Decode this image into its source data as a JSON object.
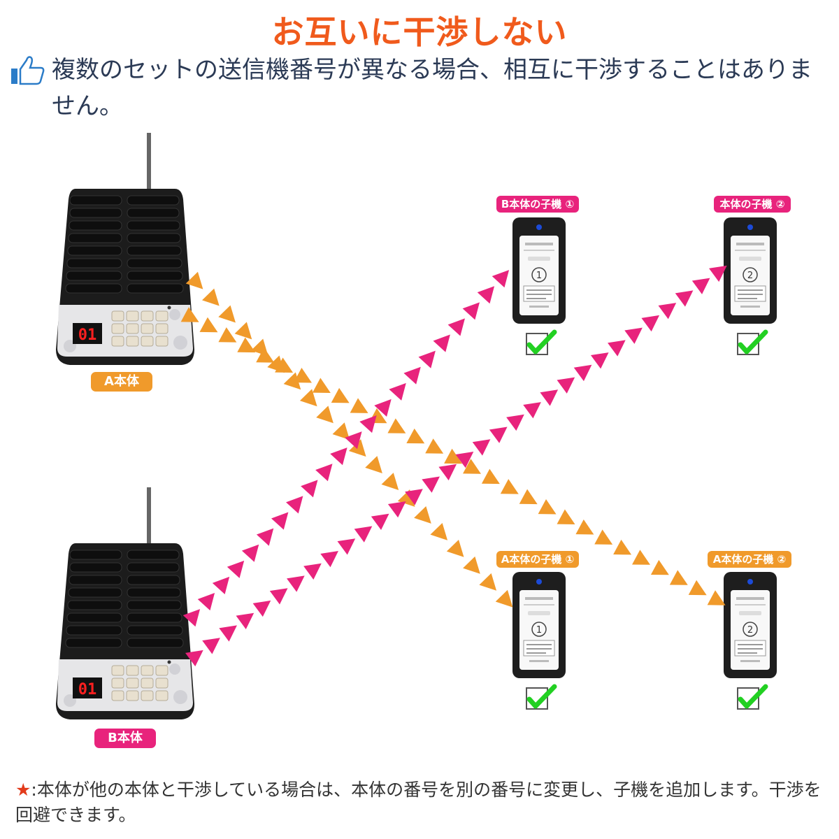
{
  "title": "お互いに干渉しない",
  "intro": {
    "icon": "thumbs-up-icon",
    "text": "複数のセットの送信機番号が異なる場合、相互に干渉することはありません。"
  },
  "colors": {
    "title": "#f05a1c",
    "orange": "#f09a2b",
    "pink": "#e8237c",
    "check": "#22d022",
    "text": "#2b3a55"
  },
  "transmitters": [
    {
      "label": "A本体",
      "display": "01",
      "color": "orange"
    },
    {
      "label": "B本体",
      "display": "01",
      "color": "pink"
    }
  ],
  "pagers": [
    {
      "label": "B本体の子機 ①",
      "number": "1",
      "color": "pink"
    },
    {
      "label": "本体の子機 ②",
      "number": "2",
      "color": "pink"
    },
    {
      "label": "A本体の子機 ①",
      "number": "1",
      "color": "orange"
    },
    {
      "label": "A本体の子機 ②",
      "number": "2",
      "color": "orange"
    }
  ],
  "footnote": {
    "star": "★",
    "text": ":本体が他の本体と干渉している場合は、本体の番号を別の番号に変更し、子機を追加します。干渉を回避できます。"
  }
}
